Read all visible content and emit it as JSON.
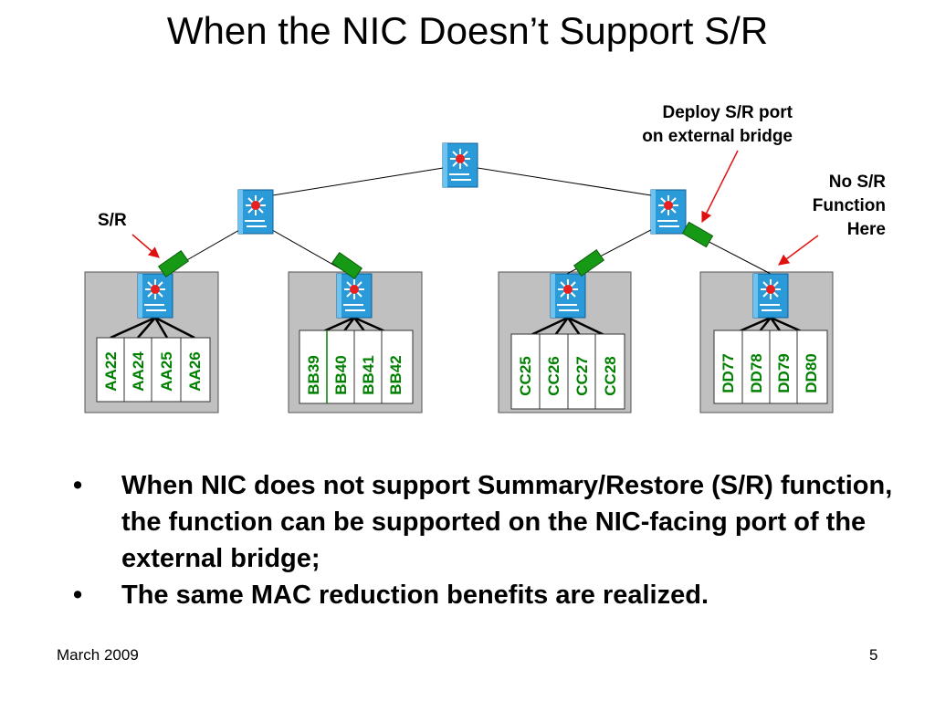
{
  "title": "When the NIC Doesn’t Support S/R",
  "annotations": {
    "deploy": [
      "Deploy S/R port",
      "on external bridge"
    ],
    "no_sr": [
      "No S/R",
      "Function",
      "Here"
    ],
    "sr": "S/R"
  },
  "servers": {
    "group_a": [
      "AA22",
      "AA24",
      "AA25",
      "AA26"
    ],
    "group_b": [
      "BB39",
      "BB40",
      "BB41",
      "BB42"
    ],
    "group_c": [
      "CC25",
      "CC26",
      "CC27",
      "CC28"
    ],
    "group_d": [
      "DD77",
      "DD78",
      "DD79",
      "DD80"
    ]
  },
  "bullets": [
    {
      "marker": "•",
      "text": "When NIC does not support Summary/Restore (S/R) function, the function can be supported on the NIC-facing port of the external bridge;"
    },
    {
      "marker": "•",
      "text": "The same MAC reduction benefits are realized."
    }
  ],
  "footer": {
    "date": "March 2009",
    "page": "5"
  },
  "colors": {
    "switch_fill": "#2a9ad8",
    "sr_port_fill": "#169a16",
    "server_label": "#008000",
    "nic_box_fill": "#c0c0c0",
    "arrow": "#e01010"
  },
  "icons": {
    "switch": "network-switch-icon"
  }
}
